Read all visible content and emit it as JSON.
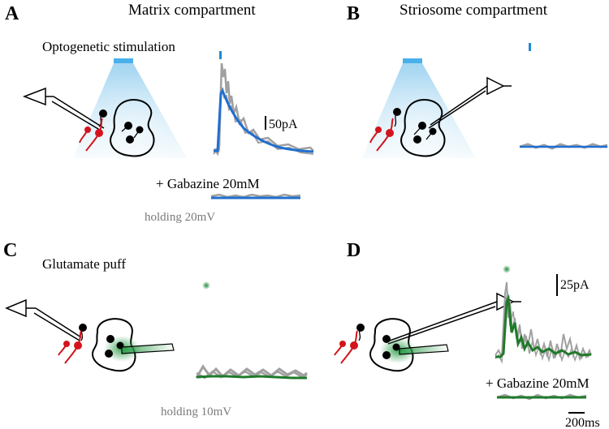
{
  "panels": {
    "A": {
      "label": "A",
      "title": "Matrix compartment",
      "stim_label": "Optogenetic stimulation",
      "drug_label": "+ Gabazine 20mM",
      "holding_label": "holding 20mV",
      "scale_label": "50pA"
    },
    "B": {
      "label": "B",
      "title": "Striosome compartment"
    },
    "C": {
      "label": "C",
      "stim_label": "Glutamate puff",
      "holding_label": "holding 10mV"
    },
    "D": {
      "label": "D",
      "drug_label": "+ Gabazine 20mM",
      "scale_y_label": "25pA",
      "scale_x_label": "200ms"
    }
  },
  "colors": {
    "light": "#5ab4e6",
    "trace_blue": "#1f6fd0",
    "trace_green": "#1f7a2a",
    "trace_gray": "#a0a0a0",
    "neuron_red": "#d4141c",
    "puff_green": "#2e9e4a"
  }
}
